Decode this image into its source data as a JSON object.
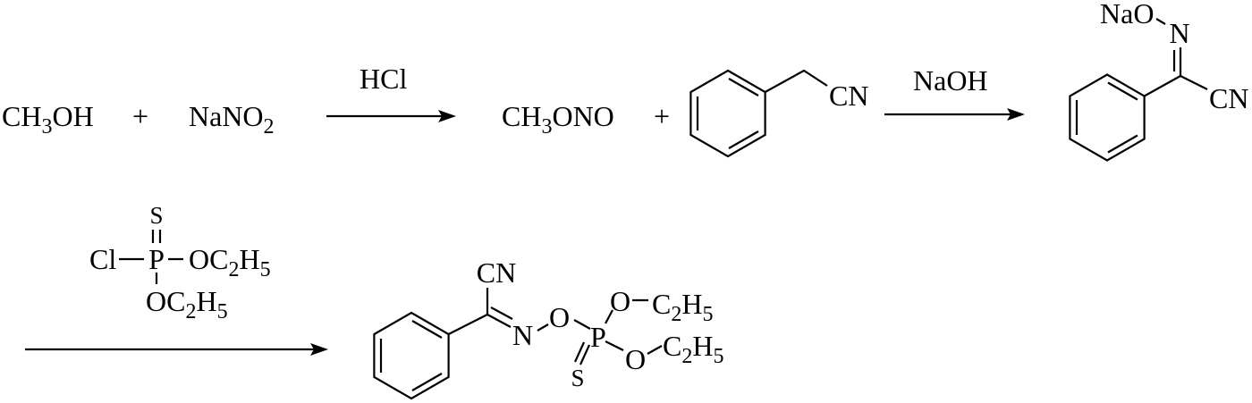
{
  "step1": {
    "reactant1": "CH3OH",
    "plus1": "+",
    "reactant2": "NaNO2",
    "reagent": "HCl",
    "product": "CH3ONO",
    "plus2": "+"
  },
  "step2": {
    "reactant_substituent": "CN",
    "reagent": "NaOH",
    "product_labels": {
      "sodium_oxide": "NaO",
      "nitrogen": "N",
      "nitrile": "CN"
    }
  },
  "step3": {
    "reagent": {
      "chlorine": "Cl",
      "phosphorus": "P",
      "sulfur": "S",
      "ethoxy_right": "OC2H5",
      "ethoxy_bottom": "OC2H5"
    },
    "product_labels": {
      "nitrile": "CN",
      "nitrogen": "N",
      "oxygen": "O",
      "phosphorus": "P",
      "sulfur": "S",
      "oxygen_upper": "O",
      "ethyl_upper": "C2H5",
      "oxygen_lower": "O",
      "ethyl_lower": "C2H5"
    }
  }
}
